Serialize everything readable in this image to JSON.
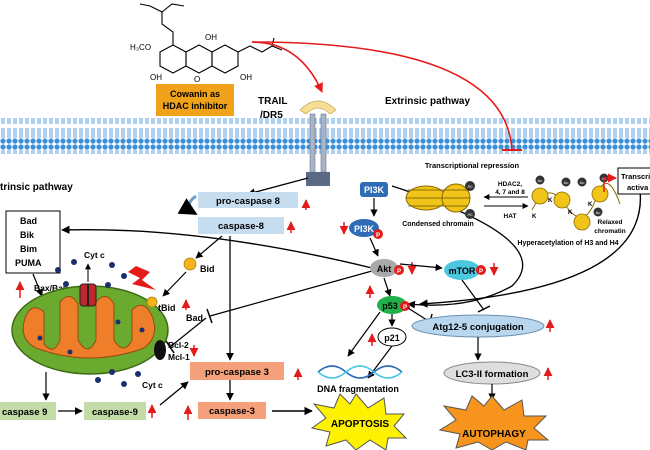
{
  "cowanin_label": [
    "Cowanin as",
    "HDAC inhibitor"
  ],
  "molecule_labels": {
    "h3co": "H₃CO",
    "oh": "OH",
    "o": "O"
  },
  "receptor": [
    "TRAIL",
    "/DR5"
  ],
  "extrinsic_pathway": "Extrinsic pathway",
  "intrinsic_pathway": "trinsic pathway",
  "bh3_proteins": [
    "Bad",
    "Bik",
    "Bim",
    "PUMA"
  ],
  "bax_bak": "Bax/Bak",
  "cyt_c_top": "Cyt c",
  "cyt_c_bottom": "Cyt c",
  "bid": "Bid",
  "tbid": "tBid",
  "bad": "Bad",
  "bcl2": "Bcl-2",
  "mcl1": "Mcl-1",
  "pro_caspase_8": "pro-caspase 8",
  "caspase_8": "caspase-8",
  "pro_caspase_3": "pro-caspase 3",
  "caspase_3": "caspase-3",
  "caspase_9_pro": "caspase 9",
  "caspase_9": "caspase-9",
  "pi3k_top": "PI3K",
  "pi3k": "PI3K",
  "akt": "Akt",
  "mtor": "mTOR",
  "p53": "p53",
  "p21": "p21",
  "atg": "Atg12-5 conjugation",
  "lc3": "LC3-II formation",
  "dna_frag": "DNA fragmentation",
  "apoptosis": "APOPTOSIS",
  "autophagy": "AUTOPHAGY",
  "p_mark": "P",
  "transcriptional_repression": "Transcriptional repression",
  "condensed_chromatin": "Condensed chromain",
  "hdac": [
    "HDAC2,",
    "4, 7 and 8"
  ],
  "hat": "HAT",
  "relaxed_chromatin": [
    "Relaxed",
    "chromatin"
  ],
  "hyperacetylation": "Hyperacetylation of H3 and H4",
  "transcription_active": [
    "Transcri",
    "activa"
  ],
  "ac": "Ac",
  "k": "K",
  "colors": {
    "orange_box": "#f0a21a",
    "membrane": "#3a8fd8",
    "light_blue_box": "#c6dcef",
    "pink_box": "#f4a07b",
    "green_box": "#c3dba6",
    "red_arrow": "#e51b1b",
    "mito_outer": "#6aaa2e",
    "mito_inner": "#ee7e2a",
    "yellow_burst": "#fff200",
    "orange_burst": "#f7941d",
    "mtor_fill": "#4bc8df",
    "p53_fill": "#22b04a",
    "akt_fill": "#a9a9a9",
    "pi3k_fill": "#2e6cb5",
    "atg_fill": "#b8d7ee"
  }
}
